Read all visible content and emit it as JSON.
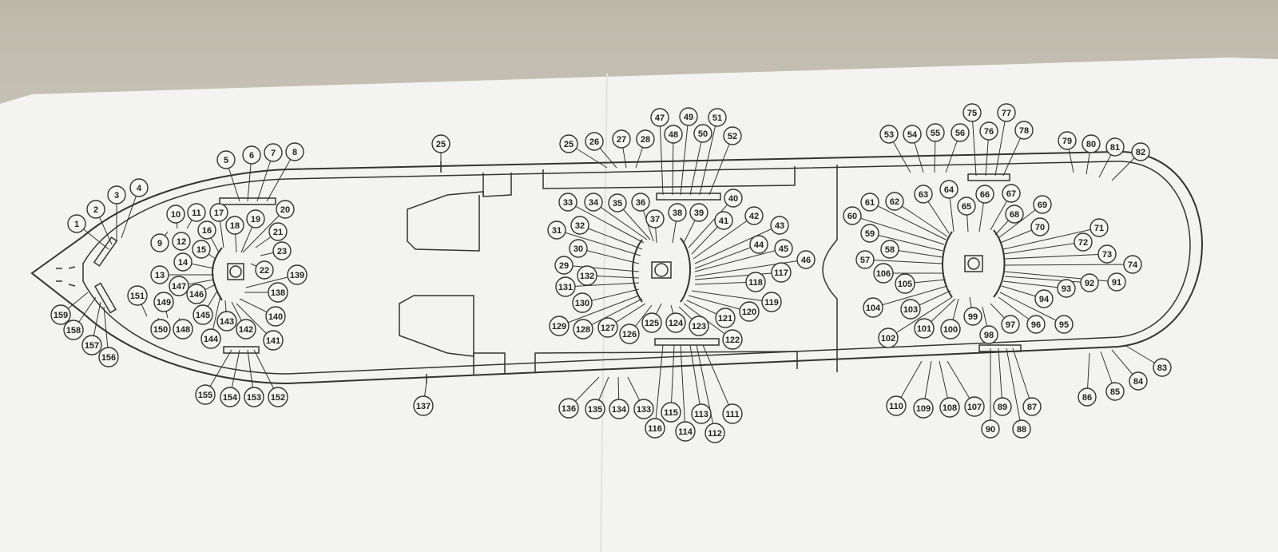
{
  "diagram": {
    "labels": [
      "1",
      "2",
      "3",
      "4",
      "5",
      "6",
      "7",
      "8",
      "9",
      "10",
      "11",
      "12",
      "13",
      "14",
      "15",
      "16",
      "17",
      "18",
      "19",
      "20",
      "21",
      "22",
      "23",
      "25",
      "25",
      "26",
      "27",
      "28",
      "29",
      "30",
      "31",
      "32",
      "33",
      "34",
      "35",
      "36",
      "37",
      "38",
      "39",
      "40",
      "41",
      "42",
      "43",
      "44",
      "45",
      "46",
      "47",
      "48",
      "49",
      "50",
      "51",
      "52",
      "53",
      "54",
      "55",
      "56",
      "57",
      "58",
      "59",
      "60",
      "61",
      "62",
      "63",
      "64",
      "65",
      "66",
      "67",
      "68",
      "69",
      "70",
      "71",
      "72",
      "73",
      "74",
      "75",
      "76",
      "77",
      "78",
      "79",
      "80",
      "81",
      "82",
      "83",
      "84",
      "85",
      "86",
      "87",
      "88",
      "89",
      "90",
      "91",
      "92",
      "93",
      "94",
      "95",
      "96",
      "97",
      "98",
      "99",
      "100",
      "101",
      "102",
      "103",
      "104",
      "105",
      "106",
      "107",
      "108",
      "109",
      "110",
      "111",
      "112",
      "113",
      "114",
      "115",
      "116",
      "117",
      "118",
      "119",
      "120",
      "121",
      "122",
      "123",
      "124",
      "125",
      "126",
      "127",
      "128",
      "129",
      "130",
      "131",
      "132",
      "133",
      "134",
      "135",
      "136",
      "137",
      "138",
      "139",
      "140",
      "141",
      "142",
      "143",
      "144",
      "145",
      "146",
      "147",
      "148",
      "149",
      "150",
      "151",
      "152",
      "153",
      "154",
      "155",
      "156",
      "157",
      "158",
      "159"
    ]
  }
}
